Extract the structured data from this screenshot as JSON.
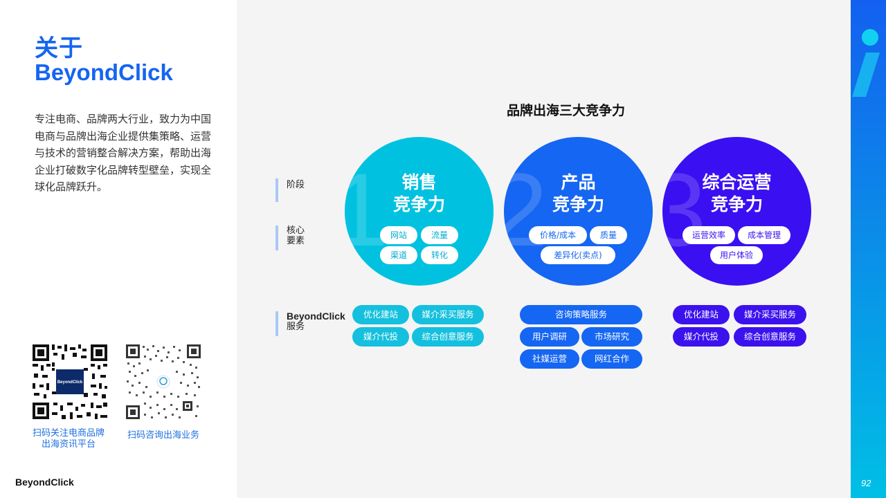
{
  "left": {
    "title_line1": "关于",
    "title_line2": "BeyondClick",
    "description": "专注电商、品牌两大行业，致力为中国电商与品牌出海企业提供集策略、运营与技术的营销整合解决方案，帮助出海企业打破数字化品牌转型壁垒，实现全球化品牌跃升。",
    "qr1_caption_line1": "扫码关注电商品牌",
    "qr1_caption_line2": "出海资讯平台",
    "qr2_caption": "扫码咨询出海业务",
    "logo_text": "BeyondClick"
  },
  "chart": {
    "title": "品牌出海三大竞争力",
    "row_labels": {
      "stage": "阶段",
      "core_line1": "核心",
      "core_line2": "要素",
      "service_line1": "BeyondClick",
      "service_line2": "服务"
    },
    "columns": [
      {
        "number": "1",
        "title_line1": "销售",
        "title_line2": "竞争力",
        "elements": [
          "网站",
          "流量",
          "渠道",
          "转化"
        ],
        "services": [
          "优化建站",
          "媒介采买服务",
          "媒介代投",
          "综合创意服务"
        ]
      },
      {
        "number": "2",
        "title_line1": "产品",
        "title_line2": "竞争力",
        "elements": [
          "价格/成本",
          "质量",
          "差异化(卖点)"
        ],
        "services": [
          "咨询策略服务",
          "用户调研",
          "市场研究",
          "社媒运营",
          "网红合作"
        ]
      },
      {
        "number": "3",
        "title_line1": "综合运营",
        "title_line2": "竞争力",
        "elements": [
          "运营效率",
          "成本管理",
          "用户体验"
        ],
        "services": [
          "优化建站",
          "媒介采买服务",
          "媒介代投",
          "综合创意服务"
        ]
      }
    ]
  },
  "page_number": "92",
  "colors": {
    "brand_blue": "#1565f0",
    "cyan": "#00c2e0",
    "blue": "#1566f2",
    "violet": "#3a10f2"
  }
}
